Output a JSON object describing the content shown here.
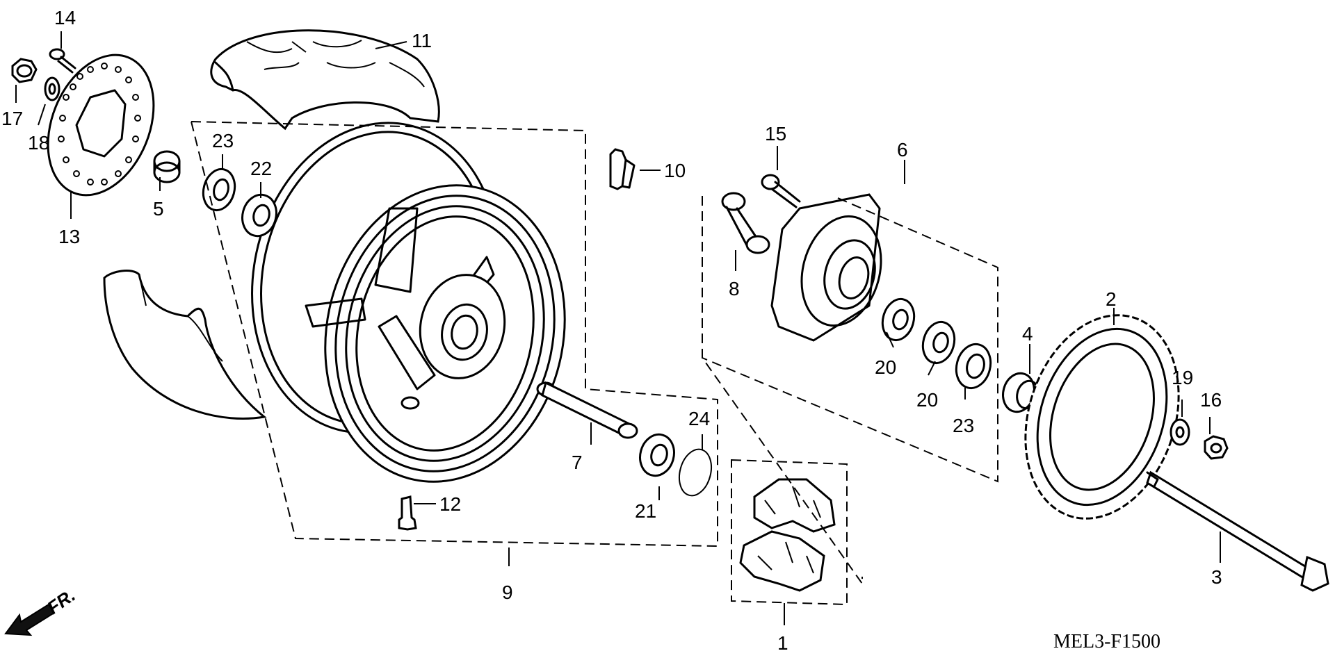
{
  "diagram_code": "MEL3-F1500",
  "direction_label": "FR.",
  "callouts": [
    {
      "id": "c1",
      "text": "1"
    },
    {
      "id": "c2",
      "text": "2"
    },
    {
      "id": "c3",
      "text": "3"
    },
    {
      "id": "c4",
      "text": "4"
    },
    {
      "id": "c5",
      "text": "5"
    },
    {
      "id": "c6",
      "text": "6"
    },
    {
      "id": "c7",
      "text": "7"
    },
    {
      "id": "c8",
      "text": "8"
    },
    {
      "id": "c9",
      "text": "9"
    },
    {
      "id": "c10",
      "text": "10"
    },
    {
      "id": "c11",
      "text": "11"
    },
    {
      "id": "c12",
      "text": "12"
    },
    {
      "id": "c13",
      "text": "13"
    },
    {
      "id": "c14",
      "text": "14"
    },
    {
      "id": "c15",
      "text": "15"
    },
    {
      "id": "c16",
      "text": "16"
    },
    {
      "id": "c17",
      "text": "17"
    },
    {
      "id": "c18",
      "text": "18"
    },
    {
      "id": "c19",
      "text": "19"
    },
    {
      "id": "c20a",
      "text": "20"
    },
    {
      "id": "c20b",
      "text": "20"
    },
    {
      "id": "c21",
      "text": "21"
    },
    {
      "id": "c22",
      "text": "22"
    },
    {
      "id": "c23a",
      "text": "23"
    },
    {
      "id": "c23b",
      "text": "23"
    },
    {
      "id": "c24",
      "text": "24"
    }
  ]
}
